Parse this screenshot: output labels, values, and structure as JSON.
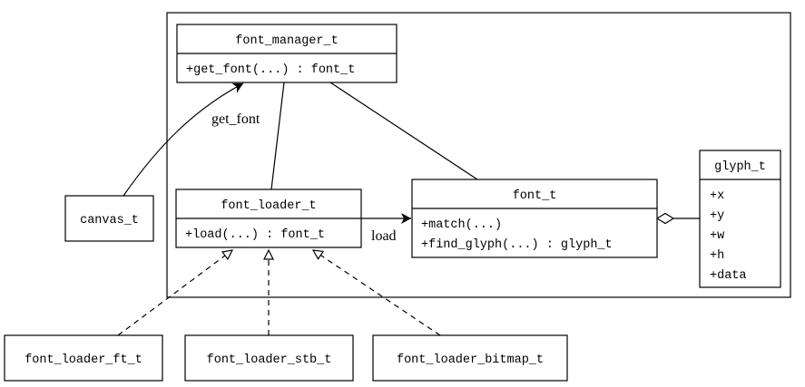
{
  "classes": {
    "font_manager": {
      "name": "font_manager_t",
      "members": [
        "+get_font(...) : font_t"
      ]
    },
    "font_loader": {
      "name": "font_loader_t",
      "members": [
        "+load(...) : font_t"
      ]
    },
    "font": {
      "name": "font_t",
      "members": [
        "+match(...)",
        "+find_glyph(...) : glyph_t"
      ]
    },
    "glyph": {
      "name": "glyph_t",
      "members": [
        "+x",
        "+y",
        "+w",
        "+h",
        "+data"
      ]
    },
    "canvas": {
      "name": "canvas_t"
    },
    "font_loader_ft": {
      "name": "font_loader_ft_t"
    },
    "font_loader_stb": {
      "name": "font_loader_stb_t"
    },
    "font_loader_bitmap": {
      "name": "font_loader_bitmap_t"
    }
  },
  "edges": {
    "get_font_label": "get_font",
    "load_label": "load"
  }
}
